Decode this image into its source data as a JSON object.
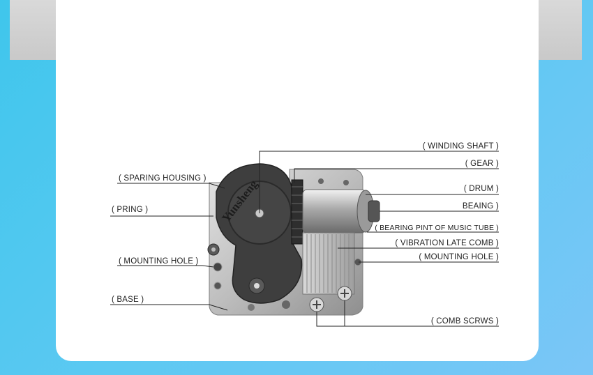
{
  "diagram": {
    "brand_text": "Yunsheng",
    "labels": {
      "winding_shaft": "( WINDING SHAFT )",
      "gear": "( GEAR )",
      "drum": "( DRUM )",
      "bearing": "BEAING )",
      "bearing_pint": "( BEARING PINT OF MUSIC TUBE )",
      "vibration_comb": "( VIBRATION LATE COMB )",
      "mounting_hole_right": "( MOUNTING HOLE )",
      "comb_screws": "( COMB SCRWS )",
      "sparing_housing": "( SPARING HOUSING )",
      "pring": "( PRING )",
      "mounting_hole_left": "( MOUNTING HOLE )",
      "base": "( BASE )"
    }
  }
}
